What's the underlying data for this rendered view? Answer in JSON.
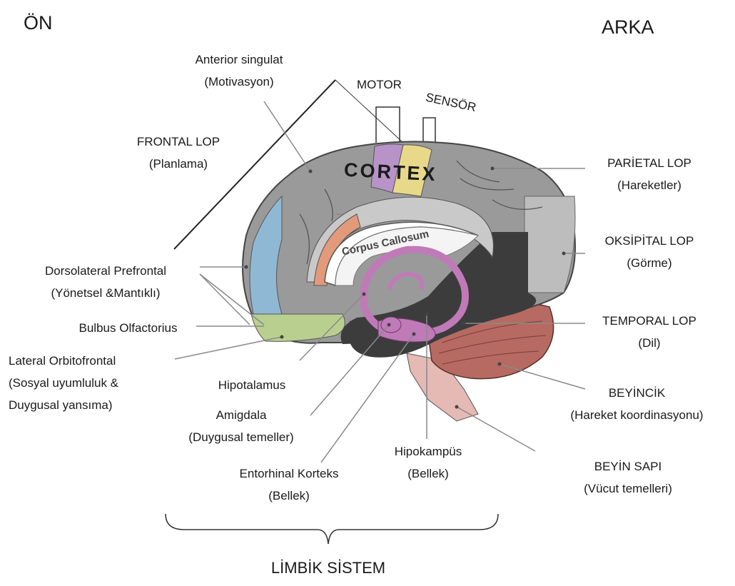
{
  "orientation": {
    "front": "ÖN",
    "back": "ARKA"
  },
  "bottom_title": "LİMBİK SİSTEM",
  "cortex_labels": {
    "cortex": "CORTEX",
    "corpus_callosum": "Corpus Callosum",
    "motor": "MOTOR",
    "sensory": "SENSÖR"
  },
  "labels": {
    "anterior_cingulate": {
      "name": "Anterior singulat",
      "role": "(Motivasyon)"
    },
    "frontal_lobe": {
      "name": "FRONTAL LOP",
      "role": "(Planlama)"
    },
    "dorsolateral": {
      "name": "Dorsolateral Prefrontal",
      "role": "(Yönetsel &Mantıklı)"
    },
    "bulbus": {
      "name": "Bulbus Olfactorius"
    },
    "orbitofrontal": {
      "name": "Lateral Orbitofrontal",
      "role": "(Sosyal uyumluluk &",
      "role2": "Duygusal yansıma)"
    },
    "hypothalamus": {
      "name": "Hipotalamus"
    },
    "amygdala": {
      "name": "Amigdala",
      "role": "(Duygusal temeller)"
    },
    "entorhinal": {
      "name": "Entorhinal Korteks",
      "role": "(Bellek)"
    },
    "hippocampus": {
      "name": "Hipokampüs",
      "role": "(Bellek)"
    },
    "parietal": {
      "name": "PARİETAL LOP",
      "role": "(Hareketler)"
    },
    "occipital": {
      "name": "OKSİPİTAL LOP",
      "role": "(Görme)"
    },
    "temporal": {
      "name": "TEMPORAL LOP",
      "role": "(Dil)"
    },
    "cerebellum": {
      "name": "BEYİNCİK",
      "role": "(Hareket koordinasyonu)"
    },
    "brainstem": {
      "name": "BEYİN SAPI",
      "role": "(Vücut temelleri)"
    }
  },
  "colors": {
    "cortex_gray": "#9a9a9a",
    "dark_region": "#3c3c3c",
    "prefrontal_blue": "#8fb8d4",
    "orbitofrontal_green": "#b9cf8f",
    "cingulate_orange": "#e39a7a",
    "motor_purple": "#b893c8",
    "sensory_yellow": "#e8d98a",
    "limbic_pink": "#c07ab8",
    "cerebellum_red": "#b66a62",
    "brainstem_pink": "#e5b9b4"
  }
}
